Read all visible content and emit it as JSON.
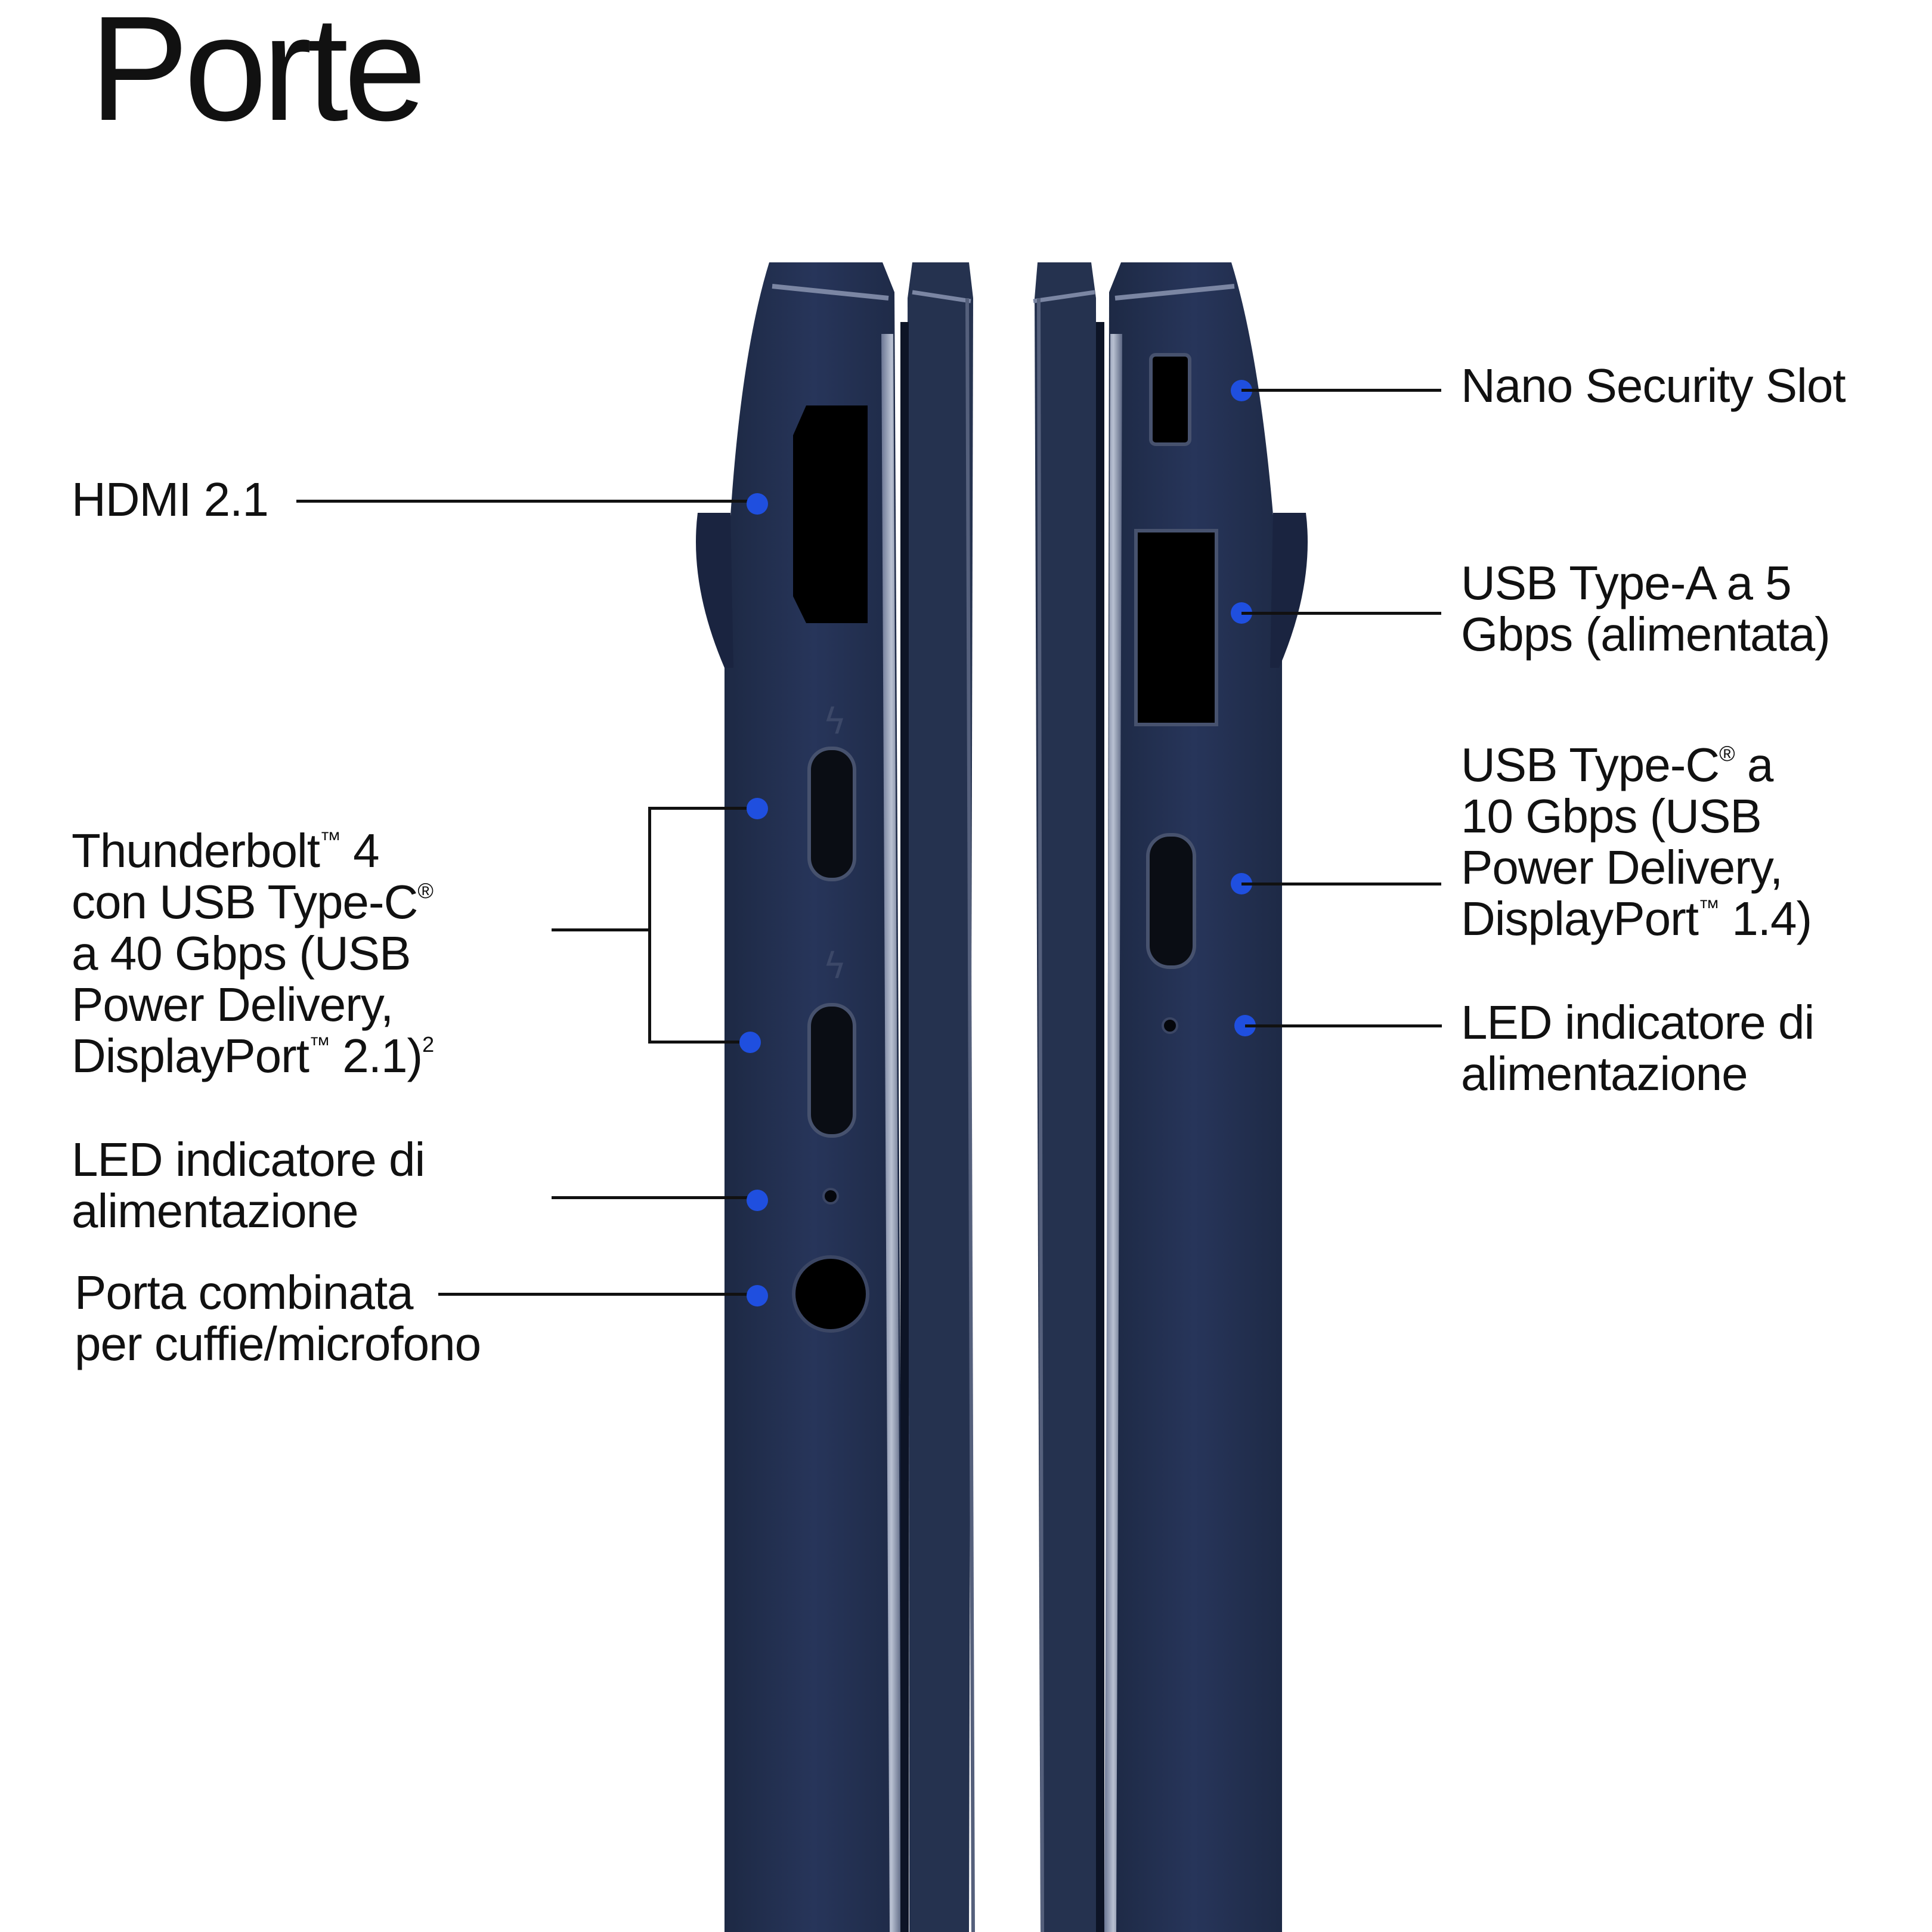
{
  "title": "Porte",
  "colors": {
    "chassis": "#23304d",
    "chassis_light": "#4b5878",
    "highlight": "#9aa4ba",
    "port_black": "#000000",
    "marker_blue": "#1f4fdf"
  },
  "left_side": {
    "hdmi": "HDMI 2.1",
    "thunderbolt": {
      "line1": "Thunderbolt",
      "tm1": "™",
      "line1_end": " 4",
      "line2": "con USB Type-C",
      "reg": "®",
      "line3": "a 40 Gbps (USB",
      "line4": "Power Delivery,",
      "line5a": "DisplayPort",
      "tm2": "™",
      "line5b": " 2.1)",
      "footnote": "2"
    },
    "led": {
      "line1": "LED indicatore di",
      "line2": "alimentazione"
    },
    "audio": {
      "line1": "Porta combinata",
      "line2": "per cuffie/microfono"
    }
  },
  "right_side": {
    "security": "Nano Security Slot",
    "usb_a": {
      "line1": "USB Type-A a 5",
      "line2": "Gbps (alimentata)"
    },
    "usb_c": {
      "line1": "USB Type-C",
      "reg": "®",
      "line1_end": " a",
      "line2": "10 Gbps (USB",
      "line3": "Power Delivery,",
      "line4a": "DisplayPort",
      "tm": "™",
      "line4b": " 1.4)"
    },
    "led": {
      "line1": "LED indicatore di",
      "line2": "alimentazione"
    }
  }
}
